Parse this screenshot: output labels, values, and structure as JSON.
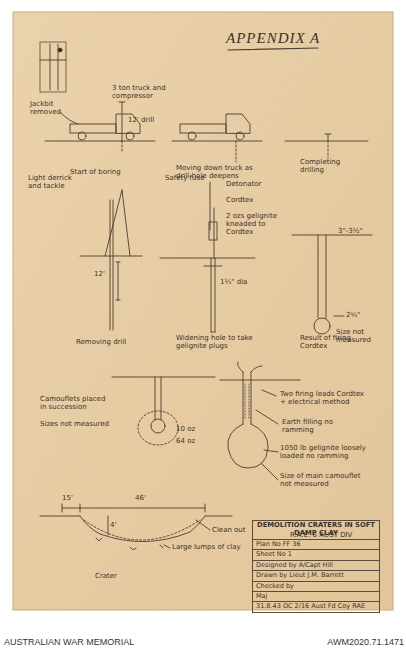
{
  "diagram": {
    "title": "APPENDIX A",
    "nodes": [
      {
        "text": [
          "DEMOLITION CRATERS IN SOFT DAMP CLAY",
          "Plan No FF 36",
          "Sheet No 1",
          "Designed by A/Capt Hill",
          "Drawn by Lieut J.M. Barrett",
          "Checked by",
          "Maj",
          "31.8.43 OC 2/16 Aust Fd Coy RAE"
        ]
      }
    ],
    "labels": [
      "3 ton truck and compressor",
      "Jackbit removed",
      "12' drill",
      "Start of boring",
      "Moving down truck as drill-hole deepens",
      "Completing drilling",
      "Light derrick and tackle",
      "12'",
      "Removing drill",
      "Safety fuse",
      "Detonator",
      "Cordtex",
      "2 ozs gelignite kneaded to Cordtex",
      "1¼\" dia",
      "Widening hole to take gelignite plugs",
      "3\"-3½\"",
      "2¼\"",
      "Size not measured",
      "Result of firing Cordtex",
      "Camouflets placed in succession",
      "Sizes not measured",
      "10 oz",
      "64 oz",
      "Two firing leads Cordtex + electrical method",
      "Earth filling no ramming",
      "1050 lb gelignite loosely loaded no ramming",
      "Size of main camouflet not measured",
      "15'",
      "46'",
      "4'",
      "Clean out",
      "Large lumps of clay",
      "Crater",
      "R.A.E. 6 AUST DIV",
      "AUSTRALIAN WAR MEMORIAL",
      "AWM2020.71.1471"
    ]
  }
}
